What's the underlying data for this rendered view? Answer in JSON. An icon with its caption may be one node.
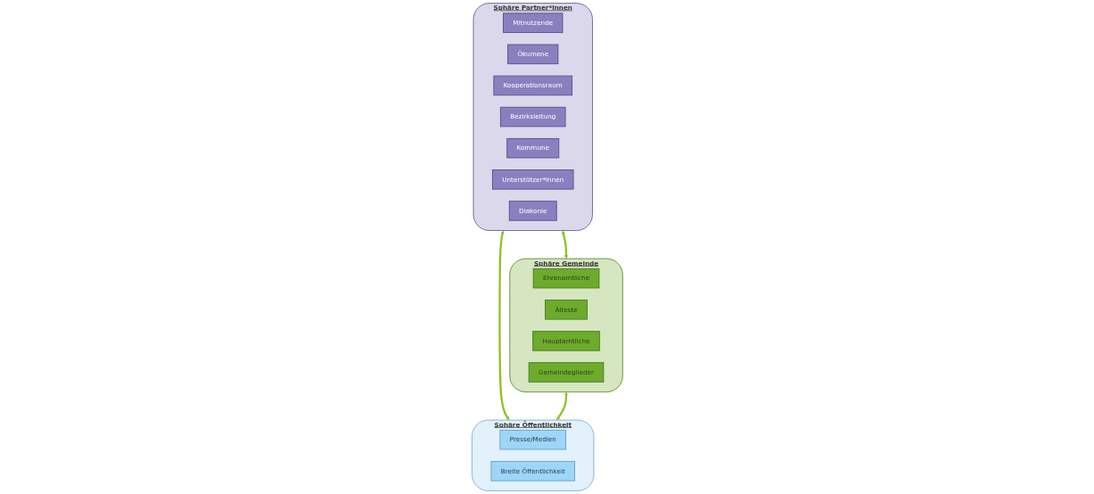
{
  "diagram": {
    "nodes": [
      {
        "text": [
          "Sphäre Partner*innen"
        ]
      },
      {
        "text": [
          "Mitnutzende"
        ],
        "in": 0
      },
      {
        "text": [
          "Ökumene"
        ],
        "in": 0
      },
      {
        "text": [
          "Kooperationsraum"
        ],
        "in": 0
      },
      {
        "text": [
          "Bezirksleitung"
        ],
        "in": 0
      },
      {
        "text": [
          "Kommune"
        ],
        "in": 0
      },
      {
        "text": [
          "Unterstützer*innen"
        ],
        "in": 0
      },
      {
        "text": [
          "Diakonie"
        ],
        "in": 0
      },
      {
        "text": [
          "Sphäre Öffentlichkeit"
        ]
      },
      {
        "text": [
          "Presse/Medien"
        ],
        "in": 8
      },
      {
        "text": [
          "Breite Öffentlichkeit"
        ],
        "in": 8
      },
      {
        "text": [
          "Sphäre Gemeinde"
        ]
      },
      {
        "text": [
          "Ehrenamtliche"
        ],
        "in": 11
      },
      {
        "text": [
          "Älteste"
        ],
        "in": 11
      },
      {
        "text": [
          "Hauptamtliche"
        ],
        "in": 11
      },
      {
        "text": [
          "Gemeindeglieder"
        ],
        "in": 11
      }
    ],
    "edges": [
      {
        "from": 0,
        "to": 11,
        "arrow": "both"
      },
      {
        "from": 0,
        "to": 8,
        "arrow": "both"
      },
      {
        "from": 11,
        "to": 8,
        "arrow": "both"
      }
    ]
  }
}
